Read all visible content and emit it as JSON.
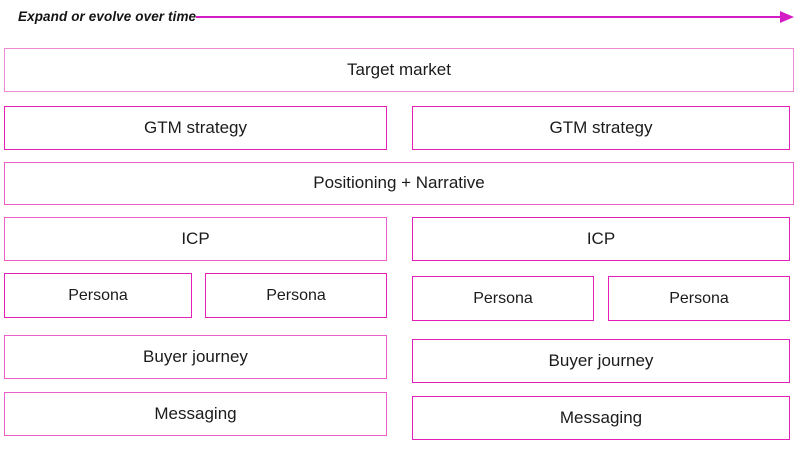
{
  "diagram": {
    "header": {
      "note": "Expand or evolve over time",
      "arrow_name": "expand-arrow",
      "arrow_color": "#d41cc4"
    },
    "colors": {
      "border_light": "#f08ad6",
      "border_mid": "#ec5fc9",
      "border_strong": "#e11fb9",
      "text": "#1b1b1b",
      "background": "#ffffff"
    },
    "rows": [
      {
        "name": "target-market-row",
        "nodes": [
          {
            "label": "Target market",
            "tone": "light"
          }
        ]
      },
      {
        "name": "gtm-strategy-row",
        "nodes": [
          {
            "label": "GTM strategy",
            "tone": "strong"
          },
          {
            "label": "GTM strategy",
            "tone": "strong"
          }
        ]
      },
      {
        "name": "positioning-row",
        "nodes": [
          {
            "label": "Positioning + Narrative",
            "tone": "mid"
          }
        ]
      },
      {
        "name": "icp-row",
        "nodes": [
          {
            "label": "ICP",
            "tone": "mid"
          },
          {
            "label": "ICP",
            "tone": "strong"
          }
        ]
      },
      {
        "name": "persona-row",
        "nodes": [
          {
            "label": "Persona",
            "tone": "strong"
          },
          {
            "label": "Persona",
            "tone": "strong"
          },
          {
            "label": "Persona",
            "tone": "strong"
          },
          {
            "label": "Persona",
            "tone": "strong"
          }
        ]
      },
      {
        "name": "buyer-journey-row",
        "nodes": [
          {
            "label": "Buyer journey",
            "tone": "mid"
          },
          {
            "label": "Buyer journey",
            "tone": "strong"
          }
        ]
      },
      {
        "name": "messaging-row",
        "nodes": [
          {
            "label": "Messaging",
            "tone": "mid"
          },
          {
            "label": "Messaging",
            "tone": "strong"
          }
        ]
      }
    ]
  }
}
